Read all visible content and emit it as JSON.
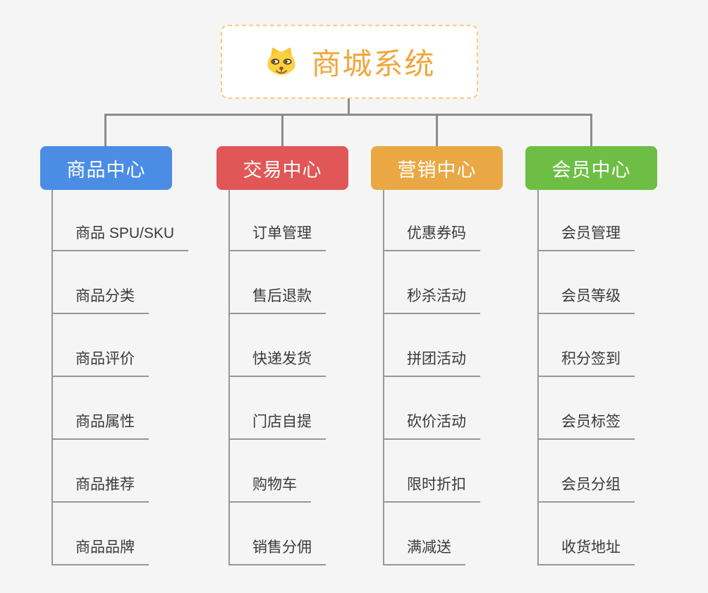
{
  "root": {
    "title": "商城系统",
    "icon": "doge-icon"
  },
  "branches": [
    {
      "label": "商品中心",
      "color": "#4B8DE4",
      "children": [
        "商品 SPU/SKU",
        "商品分类",
        "商品评价",
        "商品属性",
        "商品推荐",
        "商品品牌"
      ]
    },
    {
      "label": "交易中心",
      "color": "#E15757",
      "children": [
        "订单管理",
        "售后退款",
        "快递发货",
        "门店自提",
        "购物车",
        "销售分佣"
      ]
    },
    {
      "label": "营销中心",
      "color": "#EAA845",
      "children": [
        "优惠券码",
        "秒杀活动",
        "拼团活动",
        "砍价活动",
        "限时折扣",
        "满减送"
      ]
    },
    {
      "label": "会员中心",
      "color": "#6EBE46",
      "children": [
        "会员管理",
        "会员等级",
        "积分签到",
        "会员标签",
        "会员分组",
        "收货地址"
      ]
    }
  ],
  "colors": {
    "canvas-bg": "#F5F5F5",
    "root-text": "#F0A73C",
    "root-border": "#F6CC83",
    "branch-1": "#4B8DE4",
    "branch-2": "#E15757",
    "branch-3": "#EAA845",
    "branch-4": "#6EBE46",
    "branch-text": "#FFFFFF",
    "connector": "#8C8C8C",
    "item-line": "#97979C",
    "item-text": "#3A3A3E"
  }
}
